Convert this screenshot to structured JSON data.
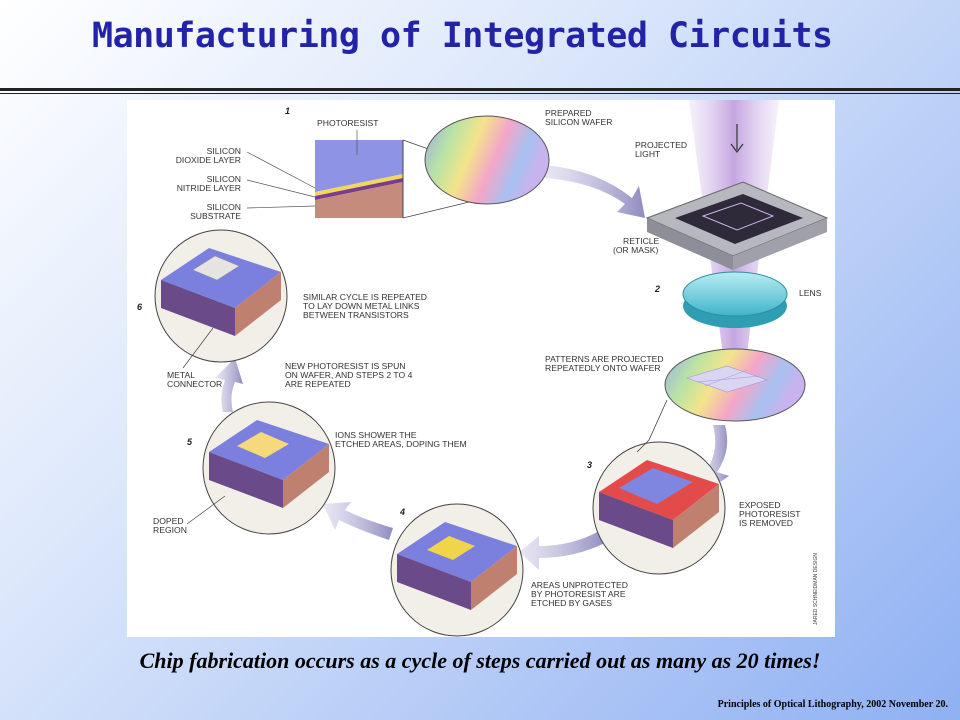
{
  "slide": {
    "title": "Manufacturing of Integrated Circuits",
    "caption": "Chip fabrication occurs as a cycle of steps carried out as many as 20 times!",
    "credit": "Principles of Optical Lithography, 2002 November 20."
  },
  "figure": {
    "step_numbers": [
      "1",
      "2",
      "3",
      "4",
      "5",
      "6"
    ],
    "labels": {
      "photoresist": "PHOTORESIST",
      "silicon_dioxide": [
        "SILICON",
        "DIOXIDE LAYER"
      ],
      "silicon_nitride": [
        "SILICON",
        "NITRIDE LAYER"
      ],
      "silicon_substrate": [
        "SILICON",
        "SUBSTRATE"
      ],
      "prepared_wafer": [
        "PREPARED",
        "SILICON WAFER"
      ],
      "projected_light": [
        "PROJECTED",
        "LIGHT"
      ],
      "reticle": [
        "RETICLE",
        "(OR MASK)"
      ],
      "lens": "LENS",
      "patterns": [
        "PATTERNS ARE PROJECTED",
        "REPEATEDLY ONTO WAFER"
      ],
      "exposed": [
        "EXPOSED",
        "PHOTORESIST",
        "IS REMOVED"
      ],
      "etched": [
        "AREAS UNPROTECTED",
        "BY PHOTORESIST ARE",
        "ETCHED BY GASES"
      ],
      "ions": [
        "IONS SHOWER THE",
        "ETCHED AREAS, DOPING THEM"
      ],
      "doped": [
        "DOPED",
        "REGION"
      ],
      "new_photoresist": [
        "NEW PHOTORESIST IS SPUN",
        "ON WAFER, AND STEPS 2 TO 4",
        "ARE REPEATED"
      ],
      "metal_connector": [
        "METAL",
        "CONNECTOR"
      ],
      "similar_cycle": [
        "SIMILAR CYCLE IS REPEATED",
        "TO LAY DOWN METAL LINKS",
        "BETWEEN TRANSISTORS"
      ],
      "designer_credit": "JARED SCHNEIDMAN DESIGN"
    }
  }
}
